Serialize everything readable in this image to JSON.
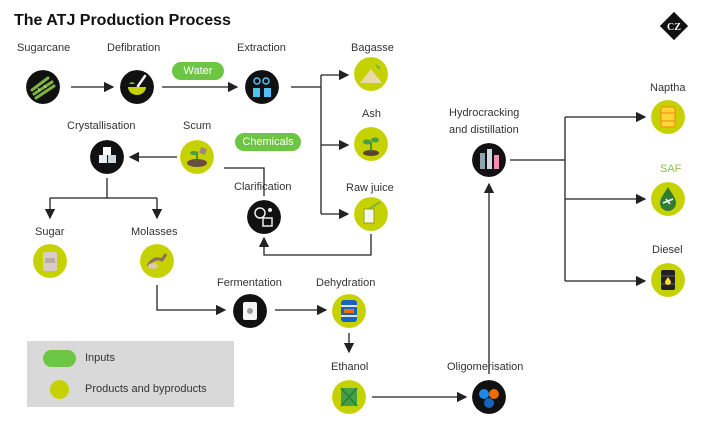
{
  "title": "The ATJ Production Process",
  "logo_text": "CZ",
  "colors": {
    "input_pill": "#6cc644",
    "product_circle": "#c6d100",
    "black_node": "#111111",
    "arrow": "#222222"
  },
  "labels": {
    "sugarcane": "Sugarcane",
    "defibration": "Defibration",
    "extraction": "Extraction",
    "bagasse": "Bagasse",
    "ash": "Ash",
    "raw_juice": "Raw juice",
    "clarification": "Clarification",
    "scum": "Scum",
    "crystallisation": "Crystallisation",
    "sugar": "Sugar",
    "molasses": "Molasses",
    "fermentation": "Fermentation",
    "dehydration": "Dehydration",
    "ethanol": "Ethanol",
    "oligomerisation": "Oligomerisation",
    "hydrocracking_line1": "Hydrocracking",
    "hydrocracking_line2": "and distillation",
    "naptha": "Naptha",
    "saf": "SAF",
    "diesel": "Diesel"
  },
  "inputs": {
    "water": "Water",
    "chemicals": "Chemicals"
  },
  "legend": {
    "inputs": "Inputs",
    "products": "Products and byproducts"
  }
}
